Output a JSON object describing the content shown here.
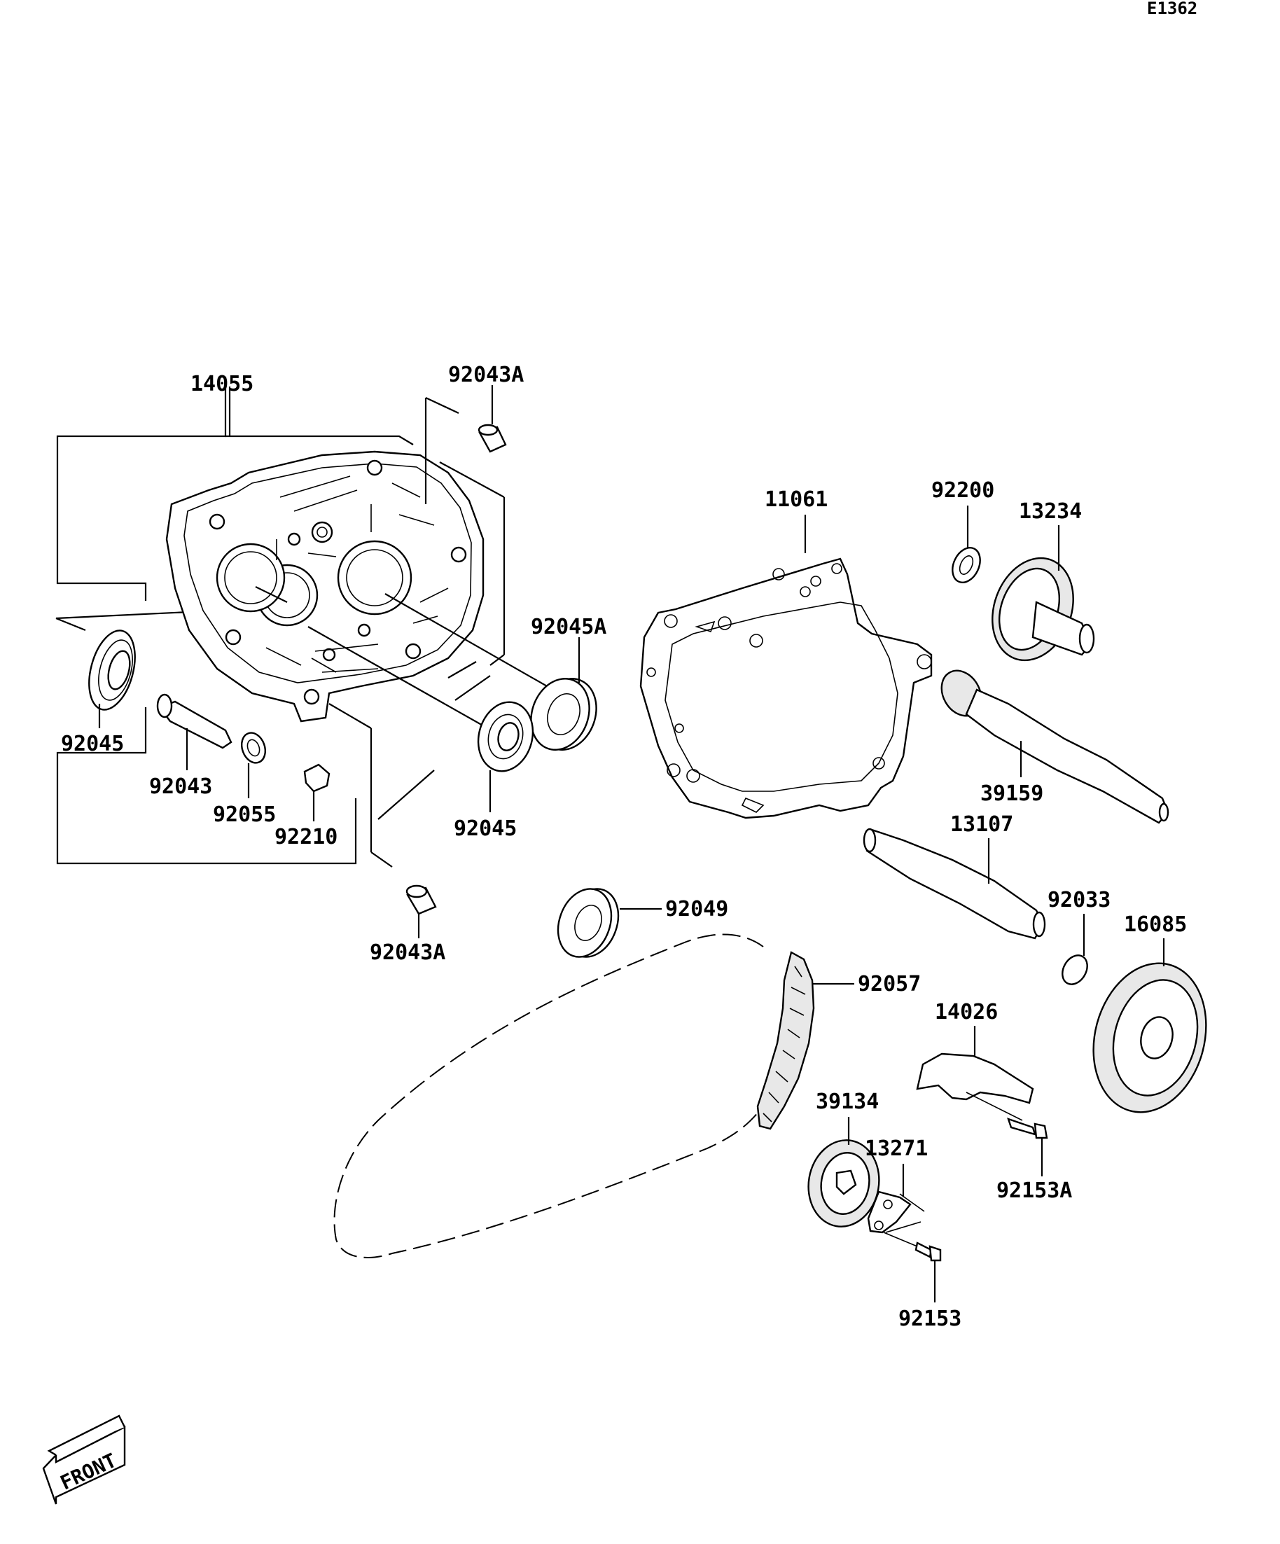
{
  "diagram_code": "E1362",
  "front_label": "FRONT",
  "callouts": {
    "p14055": "14055",
    "p92043A_top": "92043A",
    "p92045_left": "92045",
    "p92043": "92043",
    "p92055": "92055",
    "p92210": "92210",
    "p92043A_bottom": "92043A",
    "p92045A": "92045A",
    "p92045_center": "92045",
    "p11061": "11061",
    "p92200": "92200",
    "p13234": "13234",
    "p39159": "39159",
    "p13107": "13107",
    "p92033": "92033",
    "p16085": "16085",
    "p92049": "92049",
    "p92057": "92057",
    "p14026": "14026",
    "p39134": "39134",
    "p13271": "13271",
    "p92153A": "92153A",
    "p92153": "92153"
  }
}
